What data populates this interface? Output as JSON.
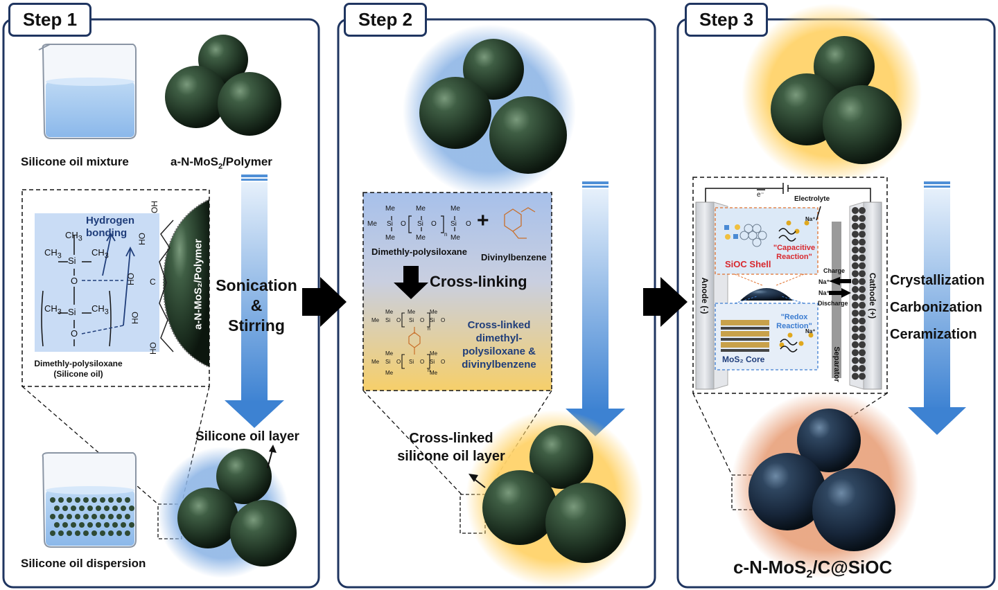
{
  "steps": {
    "step1": {
      "tab": "Step 1",
      "mixture_label": "Silicone oil mixture",
      "polymer_label_pre": "a-N-MoS",
      "polymer_label_sub": "2",
      "polymer_label_post": "/Polymer",
      "hydrogen_bonding": [
        "Hydrogen",
        "bonding"
      ],
      "chem_ch3": "CH",
      "chem_sub3": "3",
      "chem_si": "Si",
      "chem_o": "O",
      "chem_oh": "OH",
      "chem_ho": "HO",
      "chem_c": "C",
      "sphere_label": "a-N-MoS₂/Polymer",
      "oil_caption": [
        "Dimethly-polysiloxane",
        "(Silicone oil)"
      ],
      "process": [
        "Sonication",
        "&",
        "Stirring"
      ],
      "layer_label": "Silicone oil layer",
      "dispersion_label": "Silicone oil dispersion"
    },
    "step2": {
      "tab": "Step 2",
      "me": "Me",
      "si": "Si",
      "o": "O",
      "n": "n",
      "plus": "+",
      "dimethyl_label": "Dimethly-polysiloxane",
      "divinyl_label": "Divinylbenzene",
      "crosslinking": "Cross-linking",
      "crosslinked_product": [
        "Cross-linked",
        "dimethyl-",
        "polysiloxane &",
        "divinylbenzene"
      ],
      "layer_label": [
        "Cross-linked",
        "silicone oil layer"
      ]
    },
    "step3": {
      "tab": "Step 3",
      "electron": "e⁻",
      "electrolyte": "Electrolyte",
      "anode": "Anode (-)",
      "cathode": "Cathode (+)",
      "separator": "Separator",
      "sioc_shell": "SiOC Shell",
      "capacitive": [
        "\"Capacitive",
        "Reaction\""
      ],
      "redox": [
        "\"Redox",
        "Reaction\""
      ],
      "mos2_core": "MoS₂ Core",
      "na_plus": "Na⁺",
      "charge": "Charge",
      "discharge": "Discharge",
      "processes": [
        "Crystallization",
        "Carbonization",
        "Ceramization"
      ],
      "product_pre": "c-N-MoS",
      "product_sub": "2",
      "product_post": "/C@SiOC"
    }
  },
  "colors": {
    "frame": "#1f3560",
    "green_sphere": "#2f4a34",
    "blue_sphere": "#223447",
    "arrow_blue": "#4f8fd6",
    "shell_blue": "#8fb6e6",
    "shell_yellow": "#ffd36b",
    "shell_orange": "#e8a07a",
    "text_blue": "#1f3d7a",
    "text_red": "#d8282e"
  }
}
